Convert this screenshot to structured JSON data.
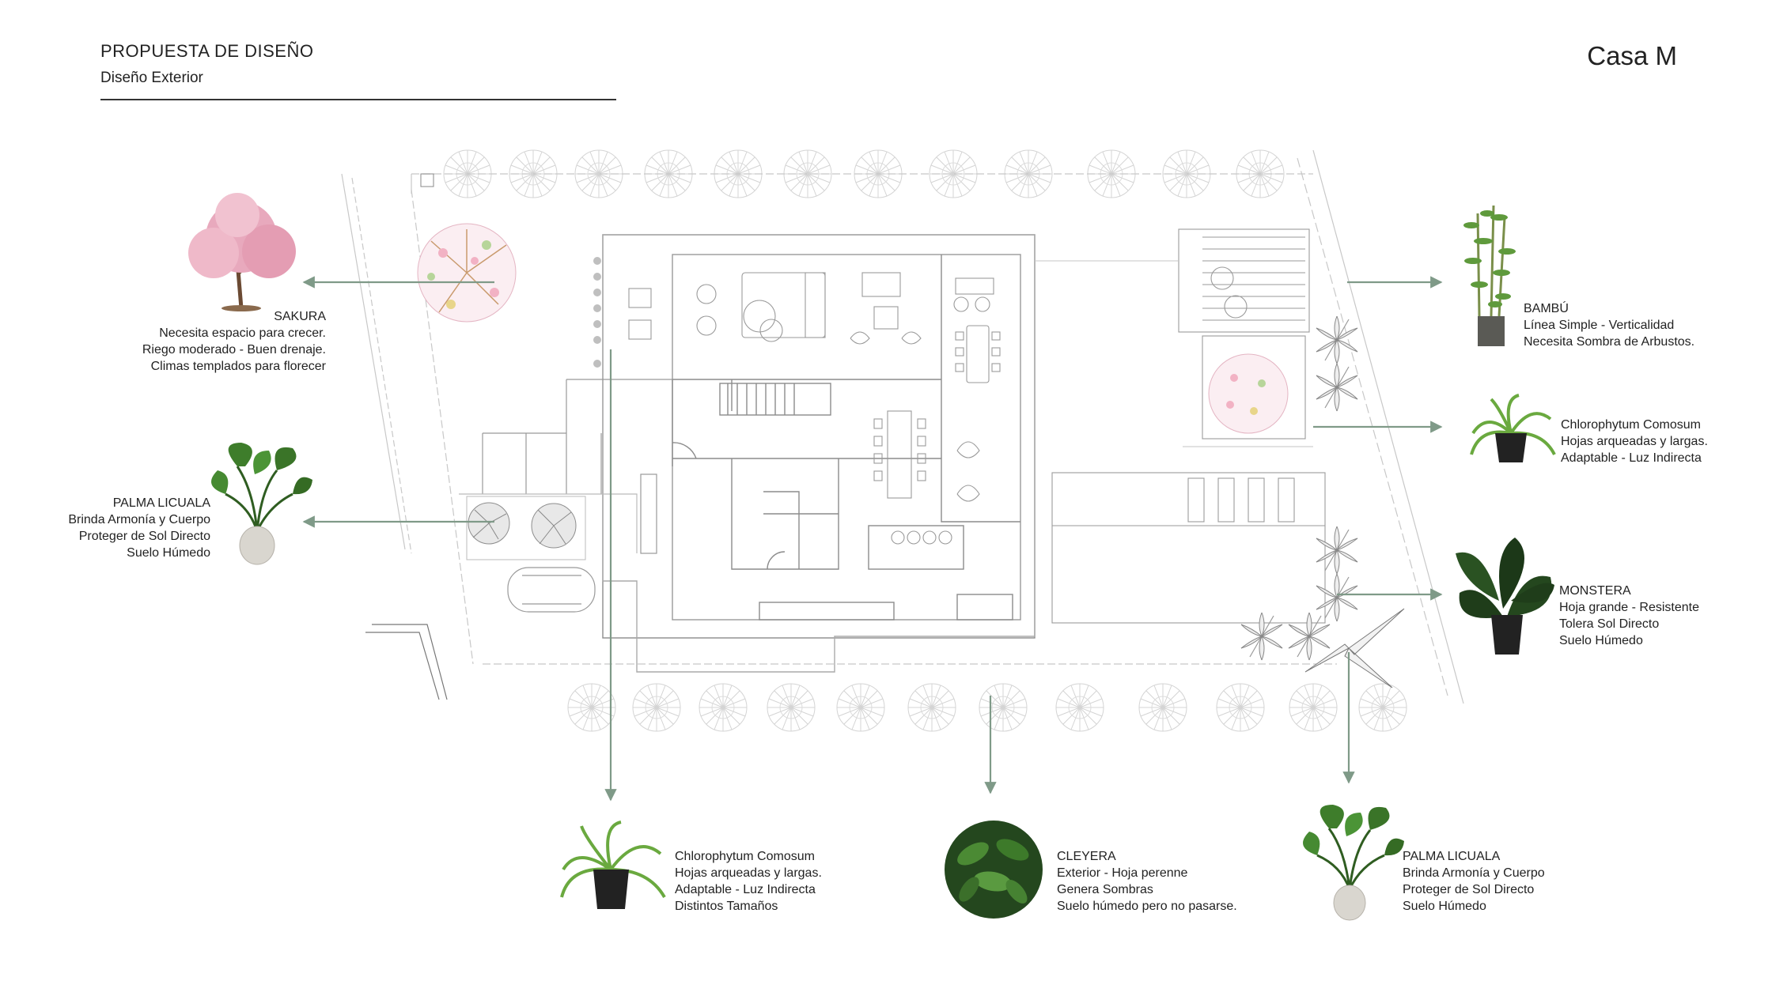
{
  "header": {
    "title": "PROPUESTA DE DISEÑO",
    "subtitle": "Diseño Exterior",
    "project": "Casa M"
  },
  "plants": {
    "sakura": {
      "name": "SAKURA",
      "lines": [
        "Necesita espacio para crecer.",
        "Riego moderado - Buen drenaje.",
        "Climas templados para florecer"
      ]
    },
    "palma_left": {
      "name": "PALMA LICUALA",
      "lines": [
        "Brinda Armonía y Cuerpo",
        "Proteger de Sol Directo",
        "Suelo Húmedo"
      ]
    },
    "bambu": {
      "name": "BAMBÚ",
      "lines": [
        "Línea Simple - Verticalidad",
        "Necesita Sombra de Arbustos."
      ]
    },
    "chloro_right": {
      "name": "Chlorophytum Comosum",
      "lines": [
        "Hojas arqueadas y largas.",
        "Adaptable - Luz Indirecta"
      ]
    },
    "monstera": {
      "name": "MONSTERA",
      "lines": [
        "Hoja grande - Resistente",
        "Tolera Sol Directo",
        "Suelo Húmedo"
      ]
    },
    "chloro_bottom": {
      "name": "Chlorophytum Comosum",
      "lines": [
        "Hojas arqueadas y largas.",
        "Adaptable - Luz Indirecta",
        "Distintos Tamaños"
      ]
    },
    "cleyera": {
      "name": "CLEYERA",
      "lines": [
        "Exterior - Hoja perenne",
        "Genera Sombras",
        "Suelo húmedo pero no pasarse."
      ]
    },
    "palma_bottom": {
      "name": "PALMA LICUALA",
      "lines": [
        "Brinda Armonía y Cuerpo",
        "Proteger de Sol Directo",
        "Suelo Húmedo"
      ]
    }
  },
  "colors": {
    "arrow": "#7f9a88",
    "plan_line": "#8c8c8c",
    "plan_faint": "#c8c8c8",
    "sakura_pink": "#e8a9bd",
    "leaf_green": "#3e7d2b",
    "leaf_dark": "#1f3d1a",
    "pot_white": "#d9d6cf",
    "pot_black": "#222222"
  }
}
